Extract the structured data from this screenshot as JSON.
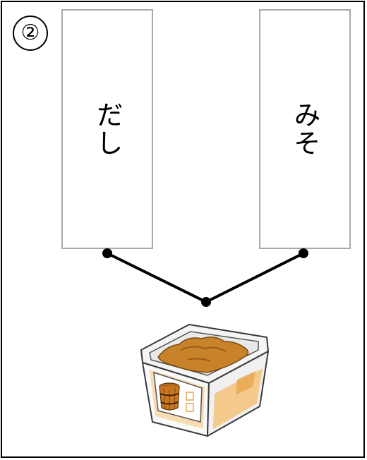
{
  "question_number": "②",
  "cards": {
    "left": {
      "label": "だし"
    },
    "right": {
      "label": "みそ"
    }
  },
  "illustration": {
    "name": "miso-container",
    "icon": "barrel-icon",
    "colors": {
      "miso": "#c8822a",
      "miso_dark": "#9b5a17",
      "tub_label": "#f5c27a",
      "barrel": "#b46a1e"
    }
  },
  "colors": {
    "card_border": "#a9a9a9",
    "frame_border": "#000000",
    "line": "#000000"
  }
}
